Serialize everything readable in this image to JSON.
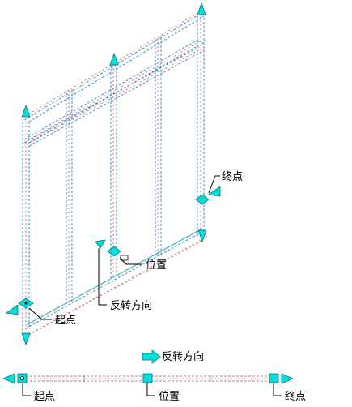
{
  "labels": {
    "end_point": "终点",
    "position": "位置",
    "flip_direction": "反转方向",
    "start_point": "起点"
  },
  "colors": {
    "grip": "#00e0e0",
    "grip_stroke": "#007a7a",
    "wire": "#2aa6b0",
    "dash_red": "#e26d6d",
    "dash_blue": "#3f8fcf",
    "leader": "#000000"
  },
  "icons": {
    "grip_arrow": "triangle-grip-icon",
    "grip_diamond": "diamond-grip-icon",
    "grip_square": "square-grip-icon",
    "flip_arrow": "flip-arrow-icon"
  }
}
